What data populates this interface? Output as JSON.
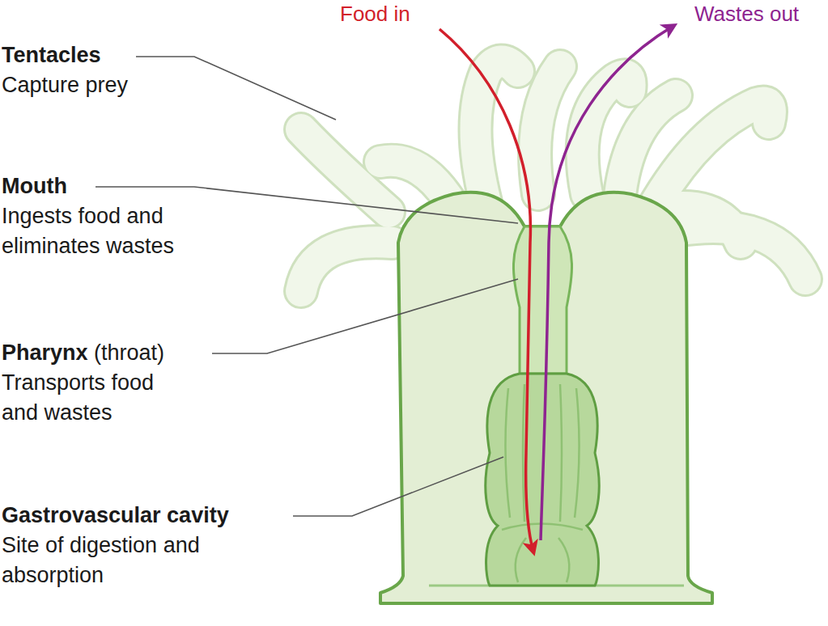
{
  "diagram": {
    "labels": [
      "Food in",
      "Wastes out",
      "Tentacles",
      "Capture prey",
      "Mouth",
      "Ingests food and eliminates wastes",
      "Pharynx",
      "(throat)",
      "Transports food and wastes",
      "Gastrovascular cavity",
      "Site of digestion and absorption"
    ]
  }
}
